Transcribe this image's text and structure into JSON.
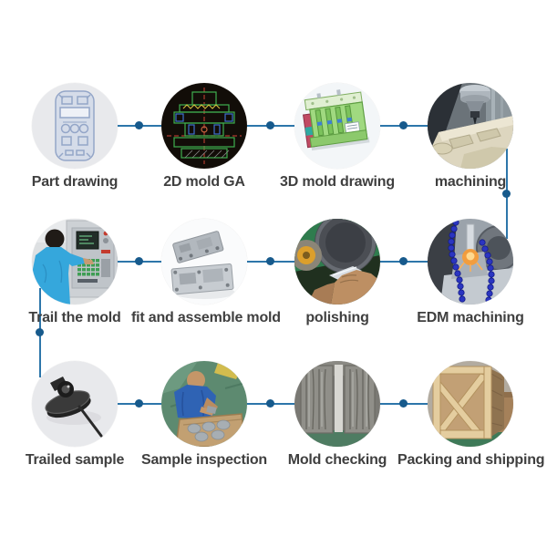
{
  "flow": {
    "colors": {
      "line": "#2d76aa",
      "dot": "#175a8c",
      "label": "#3f3f3f"
    },
    "steps": [
      {
        "label": "Part drawing",
        "image": "part-technical-drawing"
      },
      {
        "label": "2D mold GA",
        "image": "2d-cad-mold-drawing"
      },
      {
        "label": "3D mold drawing",
        "image": "3d-cad-mold-model"
      },
      {
        "label": "machining",
        "image": "cnc-milling-photo"
      },
      {
        "label": "Trail the mold",
        "image": "operator-at-cnc-control-panel"
      },
      {
        "label": "fit and assemble mold",
        "image": "metal-mold-halves"
      },
      {
        "label": "polishing",
        "image": "hand-polishing-on-wheel"
      },
      {
        "label": "EDM machining",
        "image": "edm-machine-with-coolant-beads"
      },
      {
        "label": "Trailed sample",
        "image": "black-molded-sample-part"
      },
      {
        "label": "Sample inspection",
        "image": "worker-inspecting-parts-in-crate"
      },
      {
        "label": "Mold checking",
        "image": "standing-mold-plates"
      },
      {
        "label": "Packing and shipping",
        "image": "wooden-shipping-crate"
      }
    ]
  }
}
